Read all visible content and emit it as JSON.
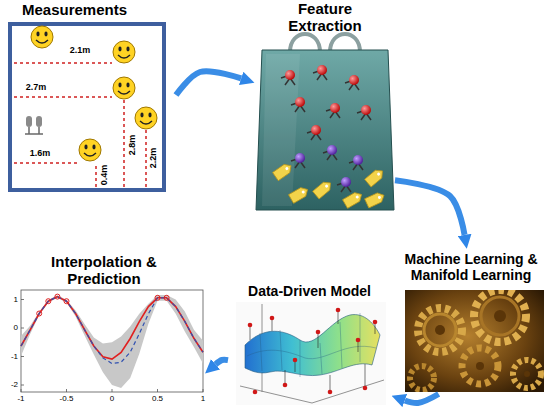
{
  "diagram": {
    "nodes": [
      {
        "text": [
          "Measurements"
        ]
      },
      {
        "text": [
          "Feature Extraction"
        ]
      },
      {
        "text": [
          "Machine Learning & Manifold Learning"
        ]
      },
      {
        "text": [
          "Data-Driven Model"
        ]
      },
      {
        "text": [
          "Interpolation & Prediction"
        ]
      }
    ],
    "edges": [
      {
        "from": 0,
        "to": 1,
        "arrow": "to"
      },
      {
        "from": 1,
        "to": 2,
        "arrow": "to"
      },
      {
        "from": 2,
        "to": 3,
        "arrow": "to"
      },
      {
        "from": 3,
        "to": 4,
        "arrow": "to"
      }
    ],
    "labels": [
      "2.1m",
      "2.7m",
      "1.6m",
      "0.4m",
      "2.8m",
      "2.2m",
      "1",
      "0",
      "-1",
      "-2",
      "-1",
      "-0.5",
      "0",
      "0.5",
      "1"
    ]
  }
}
